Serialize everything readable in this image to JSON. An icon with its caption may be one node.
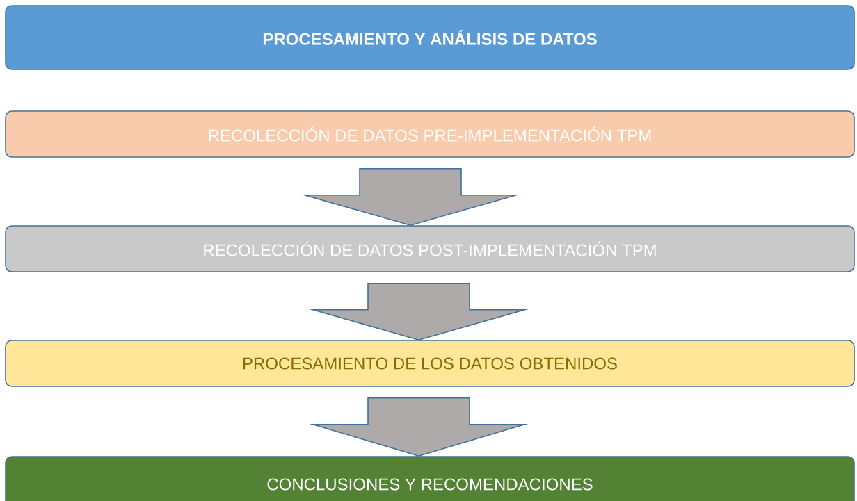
{
  "diagram": {
    "nodes": [
      {
        "text": [
          "PROCESAMIENTO Y ANÁLISIS DE DATOS"
        ]
      },
      {
        "text": [
          "RECOLECCIÓN DE DATOS PRE-IMPLEMENTACIÓN TPM"
        ]
      },
      {
        "text": [
          "RECOLECCIÓN DE DATOS POST-IMPLEMENTACIÓN TPM"
        ]
      },
      {
        "text": [
          "PROCESAMIENTO DE LOS DATOS OBTENIDOS"
        ]
      },
      {
        "text": [
          "CONCLUSIONES Y RECOMENDACIONES"
        ]
      }
    ],
    "edges": [
      {
        "from": 1,
        "to": 2,
        "arrow": "to"
      },
      {
        "from": 2,
        "to": 3,
        "arrow": "to"
      },
      {
        "from": 3,
        "to": 4,
        "arrow": "to"
      }
    ]
  }
}
